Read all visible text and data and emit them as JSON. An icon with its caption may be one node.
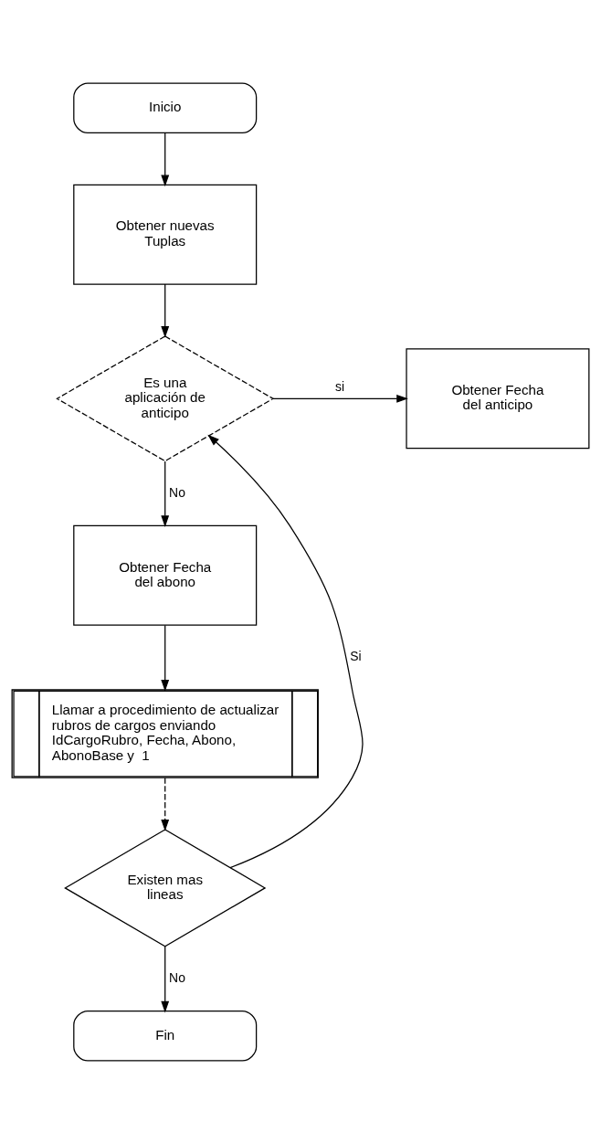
{
  "diagram": {
    "nodes": [
      {
        "text": [
          "Inicio"
        ]
      },
      {
        "text": [
          "Obtener nuevas Tuplas"
        ]
      },
      {
        "text": [
          "Es una aplicación de anticipo"
        ]
      },
      {
        "text": [
          "Obtener Fecha del anticipo"
        ]
      },
      {
        "text": [
          "Obtener Fecha del abono"
        ]
      },
      {
        "text": [
          "Llamar a procedimiento de actualizar rubros de cargos enviando IdCargoRubro, Fecha, Abono, AbonoBase y  1"
        ]
      },
      {
        "text": [
          "Existen mas lineas"
        ]
      },
      {
        "text": [
          "Fin"
        ]
      }
    ],
    "edges": [
      {
        "from": 0,
        "to": 1,
        "arrow": "to"
      },
      {
        "from": 1,
        "to": 2,
        "arrow": "to"
      },
      {
        "from": 2,
        "to": 3,
        "arrow": "to",
        "label": "si"
      },
      {
        "from": 2,
        "to": 4,
        "arrow": "to",
        "label": "No"
      },
      {
        "from": 4,
        "to": 5,
        "arrow": "to"
      },
      {
        "from": 5,
        "to": 6,
        "arrow": "to",
        "style": "dashed"
      },
      {
        "from": 6,
        "to": 7,
        "arrow": "to",
        "label": "No"
      },
      {
        "from": 6,
        "to": 2,
        "arrow": "to",
        "label": "Si"
      }
    ]
  }
}
